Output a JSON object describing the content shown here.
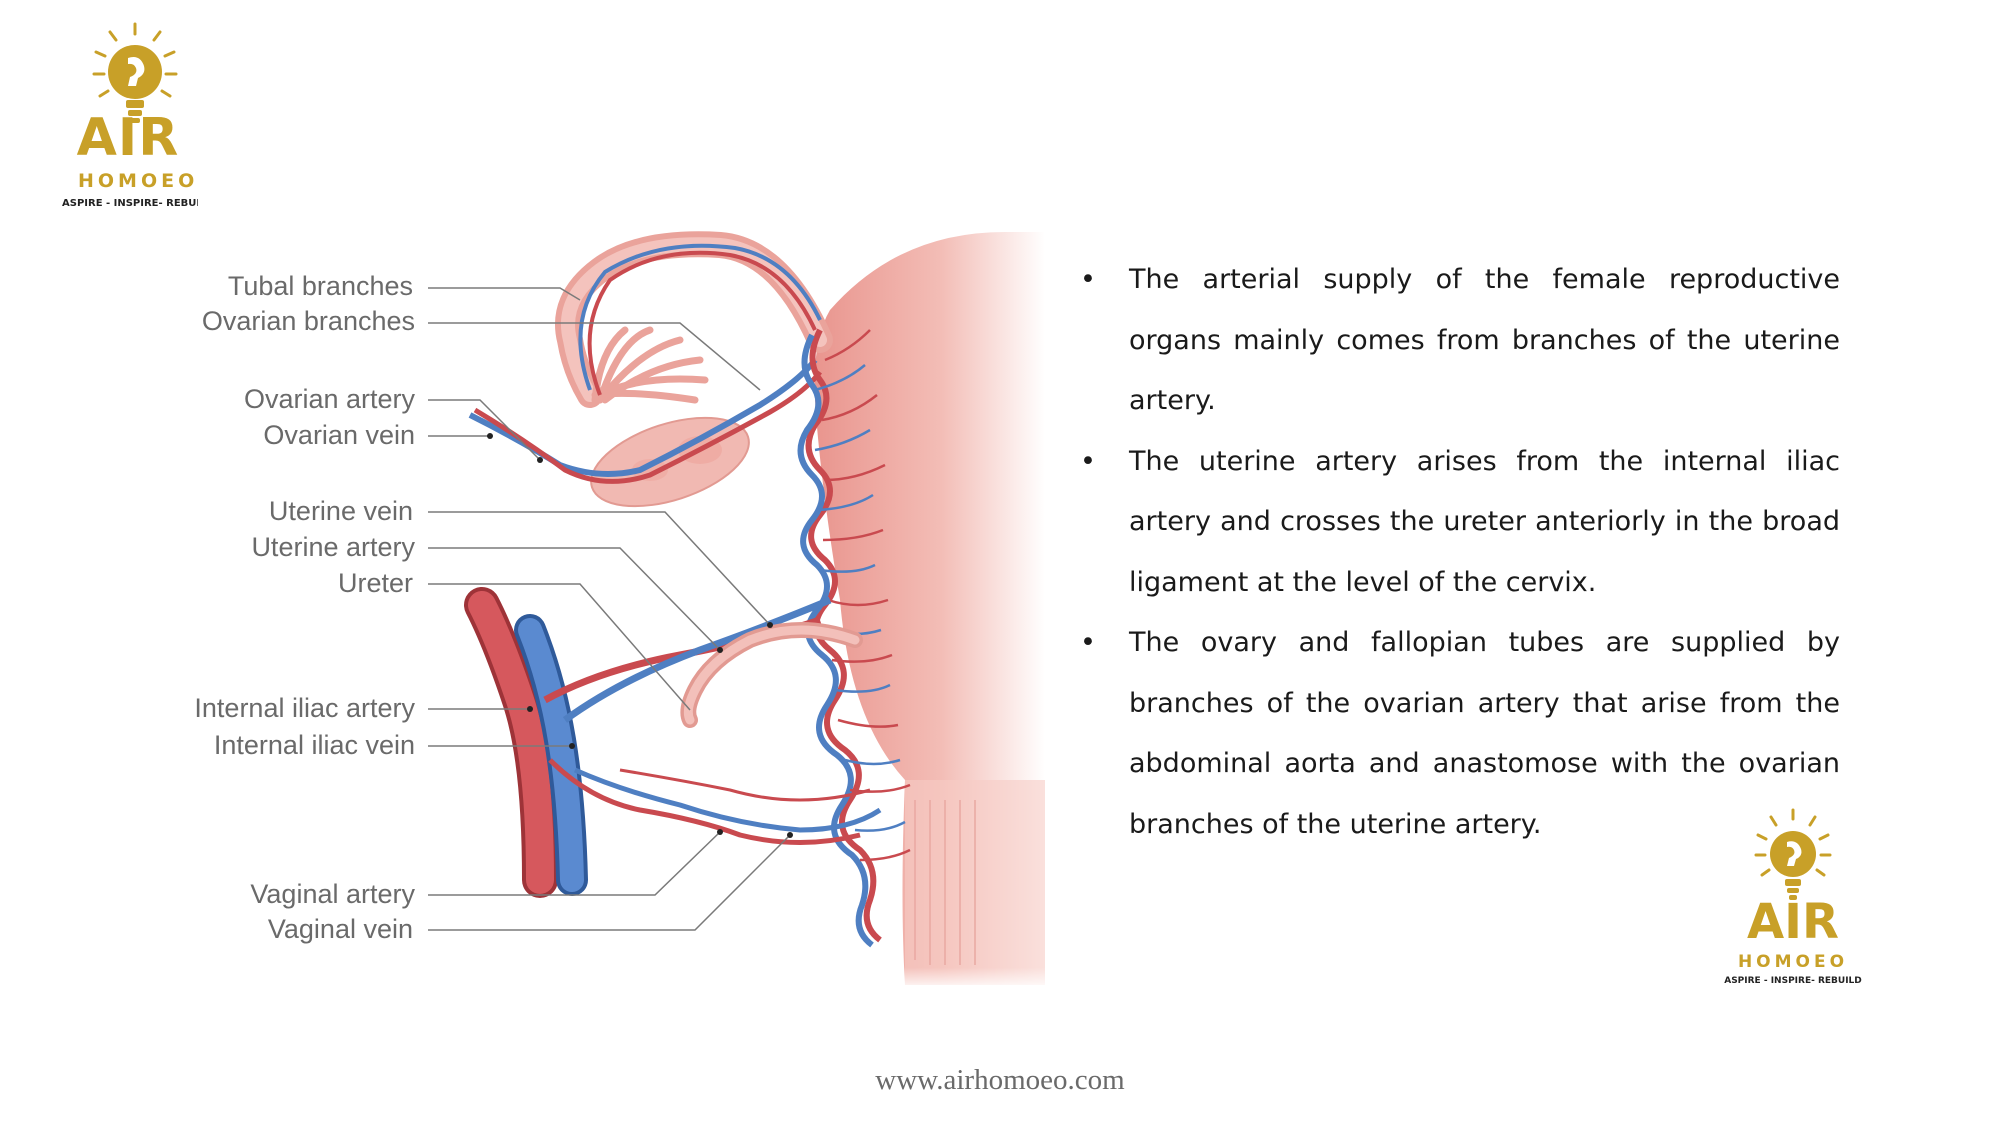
{
  "logo": {
    "word": "AIR",
    "brand": "HOMOEO",
    "tagline": "ASPIRE - INSPIRE- REBUILD",
    "color": "#c8a028",
    "icon": "lightbulb-head-icon"
  },
  "diagram": {
    "labels": {
      "tubal_branches": "Tubal branches",
      "ovarian_branches": "Ovarian branches",
      "ovarian_artery": "Ovarian artery",
      "ovarian_vein": "Ovarian vein",
      "uterine_vein": "Uterine vein",
      "uterine_artery": "Uterine artery",
      "ureter": "Ureter",
      "internal_iliac_artery": "Internal iliac artery",
      "internal_iliac_vein": "Internal iliac vein",
      "vaginal_artery": "Vaginal artery",
      "vaginal_vein": "Vaginal vein"
    },
    "colors": {
      "artery": "#c94a4f",
      "vein": "#4f7fc2",
      "tissue": "#f0b3ad"
    }
  },
  "bullets": [
    "The arterial supply of the female reproductive organs mainly comes from branches of the uterine artery.",
    "The uterine artery arises from the internal iliac artery and crosses the ureter anteriorly in the broad ligament at the level of the cervix.",
    "The ovary and fallopian tubes are supplied by branches of the ovarian artery that arise from the abdominal aorta and anastomose with the ovarian branches of the uterine artery."
  ],
  "footer": {
    "url": "www.airhomoeo.com"
  }
}
